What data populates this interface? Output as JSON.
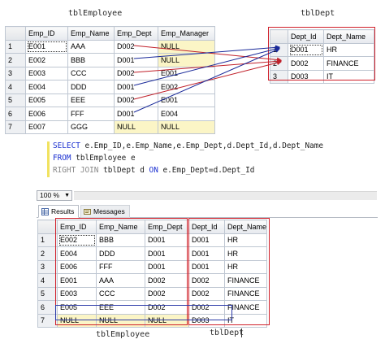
{
  "captions": {
    "top_employee": "tblEmployee",
    "top_dept": "tblDept",
    "bottom_employee": "tblEmployee",
    "bottom_dept": "tblDept"
  },
  "employee_table": {
    "columns": [
      "Emp_ID",
      "Emp_Name",
      "Emp_Dept",
      "Emp_Manager"
    ],
    "rows": [
      [
        "1",
        "E001",
        "AAA",
        "D002",
        "NULL"
      ],
      [
        "2",
        "E002",
        "BBB",
        "D001",
        "NULL"
      ],
      [
        "3",
        "E003",
        "CCC",
        "D002",
        "E001"
      ],
      [
        "4",
        "E004",
        "DDD",
        "D001",
        "E002"
      ],
      [
        "5",
        "E005",
        "EEE",
        "D002",
        "E001"
      ],
      [
        "6",
        "E006",
        "FFF",
        "D001",
        "E004"
      ],
      [
        "7",
        "E007",
        "GGG",
        "NULL",
        "NULL"
      ]
    ]
  },
  "dept_table": {
    "columns": [
      "Dept_Id",
      "Dept_Name"
    ],
    "rows": [
      [
        "1",
        "D001",
        "HR"
      ],
      [
        "2",
        "D002",
        "FINANCE"
      ],
      [
        "3",
        "D003",
        "IT"
      ]
    ]
  },
  "query": {
    "line1_kw": "SELECT",
    "line1_rest": " e.Emp_ID,e.Emp_Name,e.Emp_Dept,d.Dept_Id,d.Dept_Name",
    "line2_kw": "FROM",
    "line2_rest": " tblEmployee e",
    "line3_kw1": "RIGHT JOIN",
    "line3_mid": " tblDept d ",
    "line3_kw2": "ON",
    "line3_rest": " e.Emp_Dept=d.Dept_Id"
  },
  "toolbar": {
    "zoom": "100 %"
  },
  "tabs": {
    "results": "Results",
    "messages": "Messages"
  },
  "results_table": {
    "columns": [
      "Emp_ID",
      "Emp_Name",
      "Emp_Dept",
      "Dept_Id",
      "Dept_Name"
    ],
    "rows": [
      [
        "1",
        "E002",
        "BBB",
        "D001",
        "D001",
        "HR"
      ],
      [
        "2",
        "E004",
        "DDD",
        "D001",
        "D001",
        "HR"
      ],
      [
        "3",
        "E006",
        "FFF",
        "D001",
        "D001",
        "HR"
      ],
      [
        "4",
        "E001",
        "AAA",
        "D002",
        "D002",
        "FINANCE"
      ],
      [
        "5",
        "E003",
        "CCC",
        "D002",
        "D002",
        "FINANCE"
      ],
      [
        "6",
        "E005",
        "EEE",
        "D002",
        "D002",
        "FINANCE"
      ],
      [
        "7",
        "NULL",
        "NULL",
        "NULL",
        "D003",
        "IT"
      ]
    ]
  },
  "colors": {
    "keyword": "#1a2fd0",
    "highlight_cell": "#fbf5c6",
    "red_box": "#d0202a",
    "blue_box": "#2b3aa8"
  }
}
